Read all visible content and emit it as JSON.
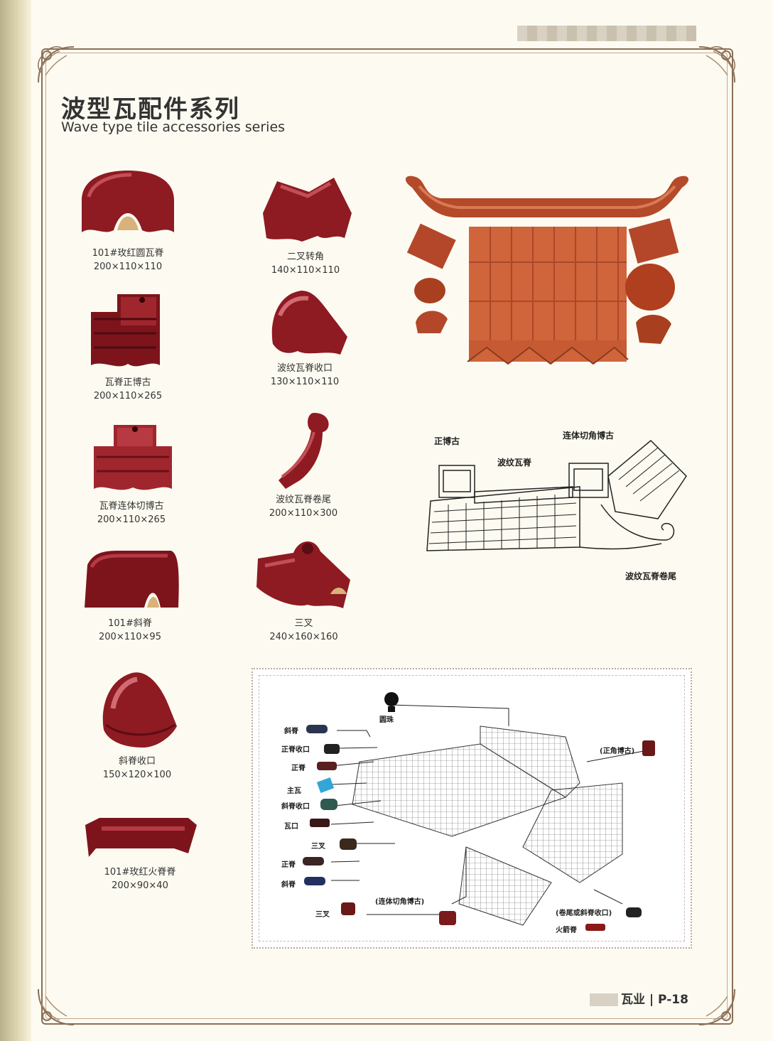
{
  "header": {
    "title_cn": "波型瓦配件系列",
    "title_en": "Wave type tile accessories series"
  },
  "products": [
    {
      "name": "101#玫红圆瓦脊",
      "size": "200×110×110"
    },
    {
      "name": "二叉转角",
      "size": "140×110×110"
    },
    {
      "name": "瓦脊正博古",
      "size": "200×110×265"
    },
    {
      "name": "波纹瓦脊收口",
      "size": "130×110×110"
    },
    {
      "name": "瓦脊连体切博古",
      "size": "200×110×265"
    },
    {
      "name": "波纹瓦脊卷尾",
      "size": "200×110×300"
    },
    {
      "name": "101#斜脊",
      "size": "200×110×95"
    },
    {
      "name": "三叉",
      "size": "240×160×160"
    },
    {
      "name": "斜脊收口",
      "size": "150×120×100"
    },
    {
      "name": "101#玫红火脊脊",
      "size": "200×90×40"
    }
  ],
  "diagram1": {
    "labels": [
      "正博古",
      "连体切角博古",
      "波纹瓦脊",
      "波纹瓦脊卷尾"
    ]
  },
  "diagram2": {
    "labels": [
      "圆珠",
      "斜脊",
      "正脊收口",
      "正脊",
      "主瓦",
      "斜脊收口",
      "瓦口",
      "三叉",
      "正脊",
      "斜脊",
      "三叉",
      "(连体切角博古)",
      "(正角博古)",
      "(卷尾或斜脊收口)",
      "火箭脊"
    ]
  },
  "footer": {
    "brand": "瓦业",
    "page": "P-18"
  },
  "colors": {
    "tile_red": "#8e1a22",
    "terracotta": "#c65a32",
    "frame": "#8c6f55"
  }
}
